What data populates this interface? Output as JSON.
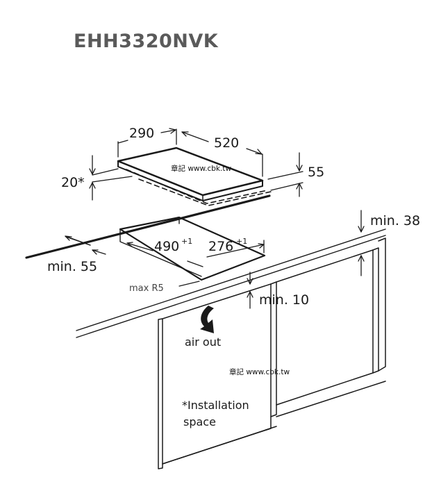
{
  "title": "EHH3320NVK",
  "dimensions": {
    "depth": "290",
    "width": "520",
    "height": "55",
    "edge": "20*",
    "cutout_depth": "490",
    "cutout_depth_tol": "+1",
    "cutout_width": "276",
    "cutout_width_tol": "+1",
    "min_front": "min. 55",
    "min_rear": "min. 38",
    "min_bottom": "min. 10",
    "max_radius": "max R5"
  },
  "labels": {
    "air_out": "air out",
    "install_line1": "*Installation",
    "install_line2": "space"
  },
  "watermark": "章記 www.cbk.tw",
  "colors": {
    "line": "#1a1a1a",
    "title": "#5a5a5a",
    "dim": "#222222"
  }
}
